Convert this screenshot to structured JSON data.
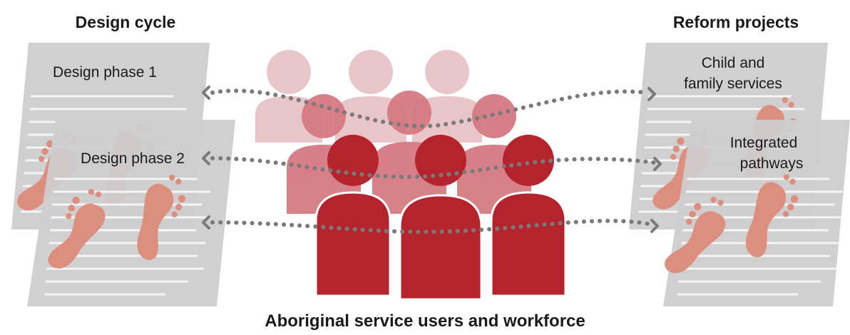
{
  "left": {
    "heading": "Design cycle",
    "phases": [
      {
        "label": "Design phase 1"
      },
      {
        "label": "Design phase 2"
      }
    ]
  },
  "right": {
    "heading": "Reform projects",
    "projects": [
      {
        "line1": "Child and",
        "line2": "family services"
      },
      {
        "line1": "Integrated",
        "line2": "pathways"
      }
    ]
  },
  "caption": "Aboriginal service users and workforce",
  "colors": {
    "people_back": "#e8c5c8",
    "people_middle": "#d4767f",
    "people_front": "#b5232d",
    "document": "#d0d0d0",
    "document_line": "#f5f5f5",
    "footprint": "#dc8f7e",
    "dotted_arrow": "#7a7a7a"
  }
}
